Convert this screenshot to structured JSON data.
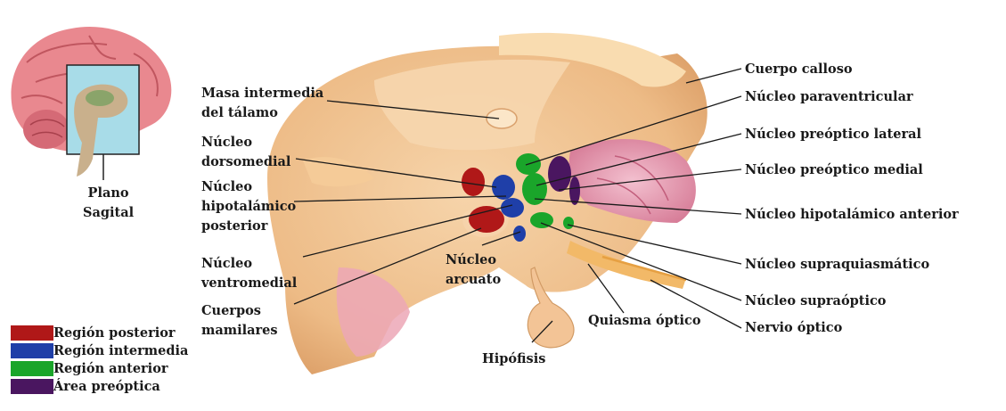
{
  "inset": {
    "caption": [
      "Plano",
      "Sagital"
    ]
  },
  "labels": {
    "masa_intermedia": [
      "Masa intermedia",
      "del tálamo"
    ],
    "dorsomedial": [
      "Núcleo",
      "dorsomedial"
    ],
    "hipotalamico_posterior": [
      "Núcleo",
      "hipotalámico",
      "posterior"
    ],
    "ventromedial": [
      "Núcleo",
      "ventromedial"
    ],
    "cuerpos_mamilares": [
      "Cuerpos",
      "mamilares"
    ],
    "arcuato": [
      "Núcleo",
      "arcuato"
    ],
    "hipofisis": "Hipófisis",
    "quiasma": "Quiasma óptico",
    "cuerpo_calloso": "Cuerpo calloso",
    "paraventricular": "Núcleo paraventricular",
    "preoptico_lateral": "Núcleo preóptico lateral",
    "preoptico_medial": "Núcleo preóptico medial",
    "hipotalamico_anterior": "Núcleo hipotalámico anterior",
    "supraquiasmatico": "Núcleo supraquiasmático",
    "supraoptico": "Núcleo supraóptico",
    "nervio_optico": "Nervio óptico"
  },
  "legend": [
    {
      "label": "Región posterior",
      "color": "#b01818"
    },
    {
      "label": "Región intermedia",
      "color": "#1f3fa8"
    },
    {
      "label": "Región anterior",
      "color": "#1aa52a"
    },
    {
      "label": "Área preóptica",
      "color": "#4a1660"
    }
  ],
  "colors": {
    "tissue": "#f2c898",
    "tissue_dark": "#e2a46c",
    "ventricle": "#fbe6c8",
    "pink": "#e9a0b8",
    "brain_pink": "#e58a92",
    "inset_box_fill": "#a8dce8"
  }
}
